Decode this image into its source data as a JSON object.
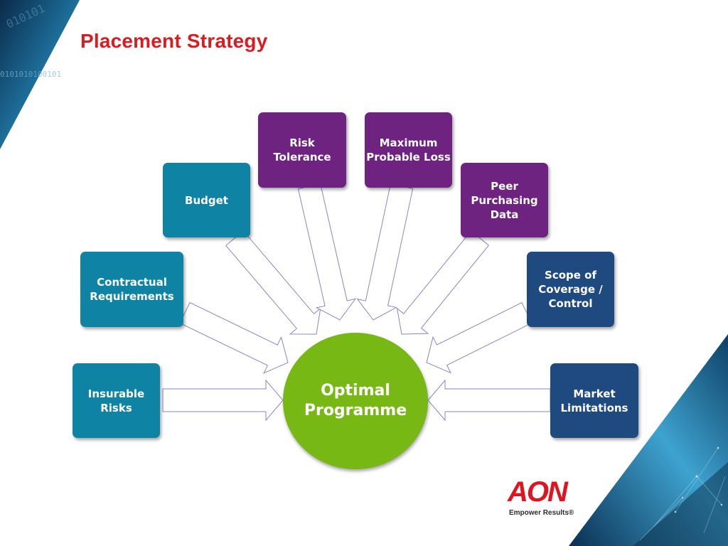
{
  "slide": {
    "title": "Placement Strategy",
    "center": "Optimal\nProgramme",
    "factors": {
      "insurable_risks": "Insurable Risks",
      "contractual_requirements": "Contractual\nRequirements",
      "budget": "Budget",
      "risk_tolerance": "Risk\nTolerance",
      "maximum_probable_loss": "Maximum\nProbable Loss",
      "peer_purchasing_data": "Peer\nPurchasing\nData",
      "scope_of_coverage": "Scope of\nCoverage /\nControl",
      "market_limitations": "Market\nLimitations"
    },
    "logo": {
      "word": "AON",
      "tagline": "Empower Results®"
    },
    "decor": {
      "binary_text": "0101010100101"
    },
    "colors": {
      "title": "#d91c22",
      "teal": "#0f83a4",
      "purple": "#6e2380",
      "navy": "#1e4a7f",
      "center": "#78b815"
    }
  }
}
